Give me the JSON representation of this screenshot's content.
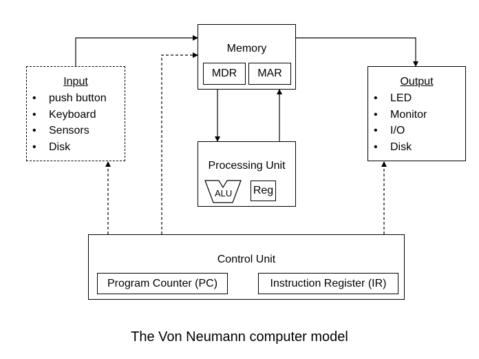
{
  "memory": {
    "title": "Memory",
    "mdr": "MDR",
    "mar": "MAR"
  },
  "input": {
    "title": "Input",
    "items": [
      "push button",
      "Keyboard",
      "Sensors",
      "Disk"
    ]
  },
  "output": {
    "title": "Output",
    "items": [
      "LED",
      "Monitor",
      "I/O",
      "Disk"
    ]
  },
  "processing": {
    "title": "Processing Unit",
    "alu": "ALU",
    "reg": "Reg"
  },
  "control": {
    "title": "Control Unit",
    "pc": "Program Counter (PC)",
    "ir": "Instruction Register (IR)"
  },
  "caption": "The Von Neumann computer model"
}
